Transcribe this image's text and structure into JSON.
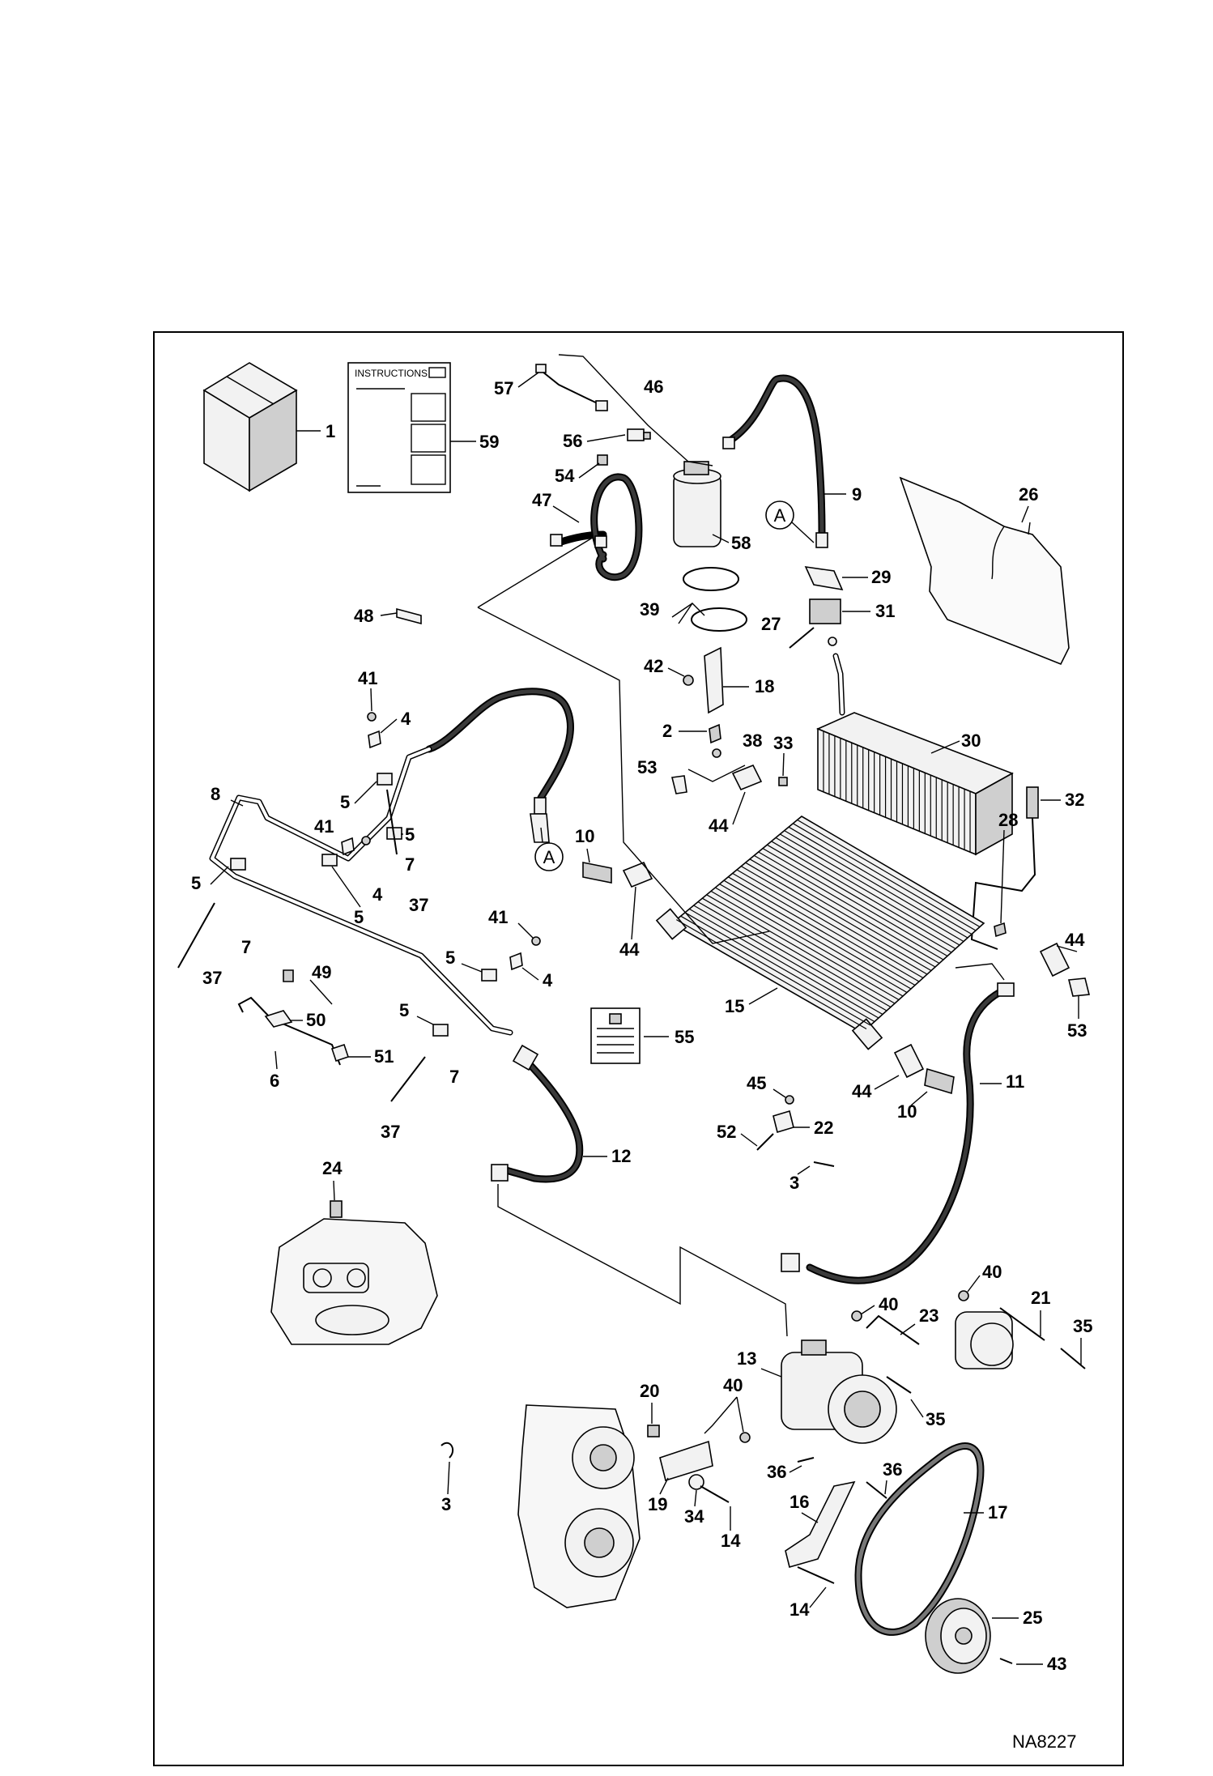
{
  "diagram_code": "NA8227",
  "instructions_label": "INSTRUCTIONS",
  "reference_marker": "A",
  "callouts": {
    "c1": "1",
    "c2": "2",
    "c3a": "3",
    "c3b": "3",
    "c4a": "4",
    "c4b": "4",
    "c4c": "4",
    "c5a": "5",
    "c5b": "5",
    "c5c": "5",
    "c5d": "5",
    "c5e": "5",
    "c5f": "5",
    "c6": "6",
    "c7a": "7",
    "c7b": "7",
    "c7c": "7",
    "c8": "8",
    "c9": "9",
    "c10a": "10",
    "c10b": "10",
    "c11": "11",
    "c12": "12",
    "c13": "13",
    "c14a": "14",
    "c14b": "14",
    "c15": "15",
    "c16": "16",
    "c17": "17",
    "c18": "18",
    "c19": "19",
    "c20": "20",
    "c21": "21",
    "c22": "22",
    "c23": "23",
    "c24": "24",
    "c25": "25",
    "c26": "26",
    "c27": "27",
    "c28": "28",
    "c29": "29",
    "c30": "30",
    "c31": "31",
    "c32": "32",
    "c33": "33",
    "c34": "34",
    "c35a": "35",
    "c35b": "35",
    "c36a": "36",
    "c36b": "36",
    "c37a": "37",
    "c37b": "37",
    "c37c": "37",
    "c38": "38",
    "c39": "39",
    "c40a": "40",
    "c40b": "40",
    "c40c": "40",
    "c41a": "41",
    "c41b": "41",
    "c41c": "41",
    "c42": "42",
    "c43": "43",
    "c44a": "44",
    "c44b": "44",
    "c44c": "44",
    "c44d": "44",
    "c45": "45",
    "c46": "46",
    "c47": "47",
    "c48": "48",
    "c49": "49",
    "c50": "50",
    "c51": "51",
    "c52": "52",
    "c53a": "53",
    "c53b": "53",
    "c54": "54",
    "c55": "55",
    "c56": "56",
    "c57": "57",
    "c58": "58",
    "c59": "59"
  }
}
